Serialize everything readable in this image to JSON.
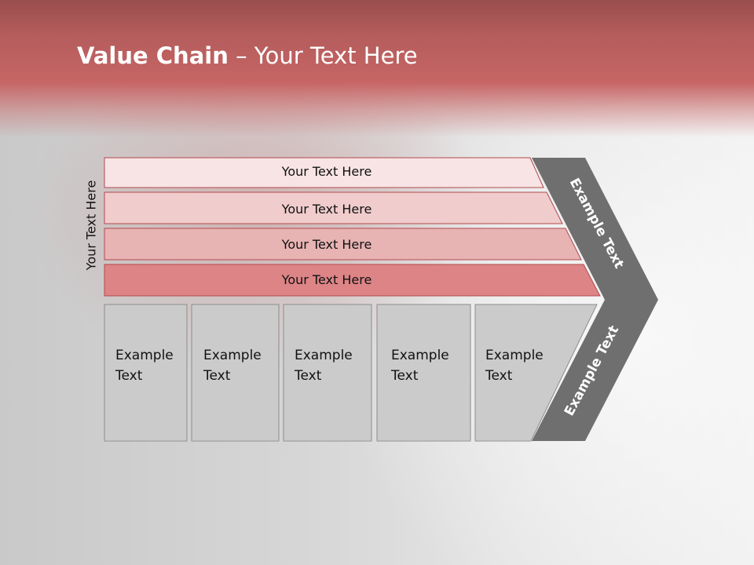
{
  "title": {
    "bold": "Value Chain",
    "rest": " – Your Text Here"
  },
  "side_label": "Your Text Here",
  "bars": [
    {
      "label": "Your Text Here",
      "color": "#f8e4e5"
    },
    {
      "label": "Your Text Here",
      "color": "#f0cccc"
    },
    {
      "label": "Your Text Here",
      "color": "#e8b3b3"
    },
    {
      "label": "Your Text Here",
      "color": "#dd8486"
    }
  ],
  "boxes": [
    {
      "line1": "Example",
      "line2": "Text"
    },
    {
      "line1": "Example",
      "line2": "Text"
    },
    {
      "line1": "Example",
      "line2": "Text"
    },
    {
      "line1": "Example",
      "line2": "Text"
    },
    {
      "line1": "Example",
      "line2": "Text"
    }
  ],
  "chevron": {
    "upper": "Example Text",
    "lower": "Example Text",
    "color": "#6f6f6f"
  },
  "colors": {
    "bar_stroke": "#b04a4f",
    "box_fill": "#cbcbcb",
    "box_stroke": "#8c8c8c"
  }
}
